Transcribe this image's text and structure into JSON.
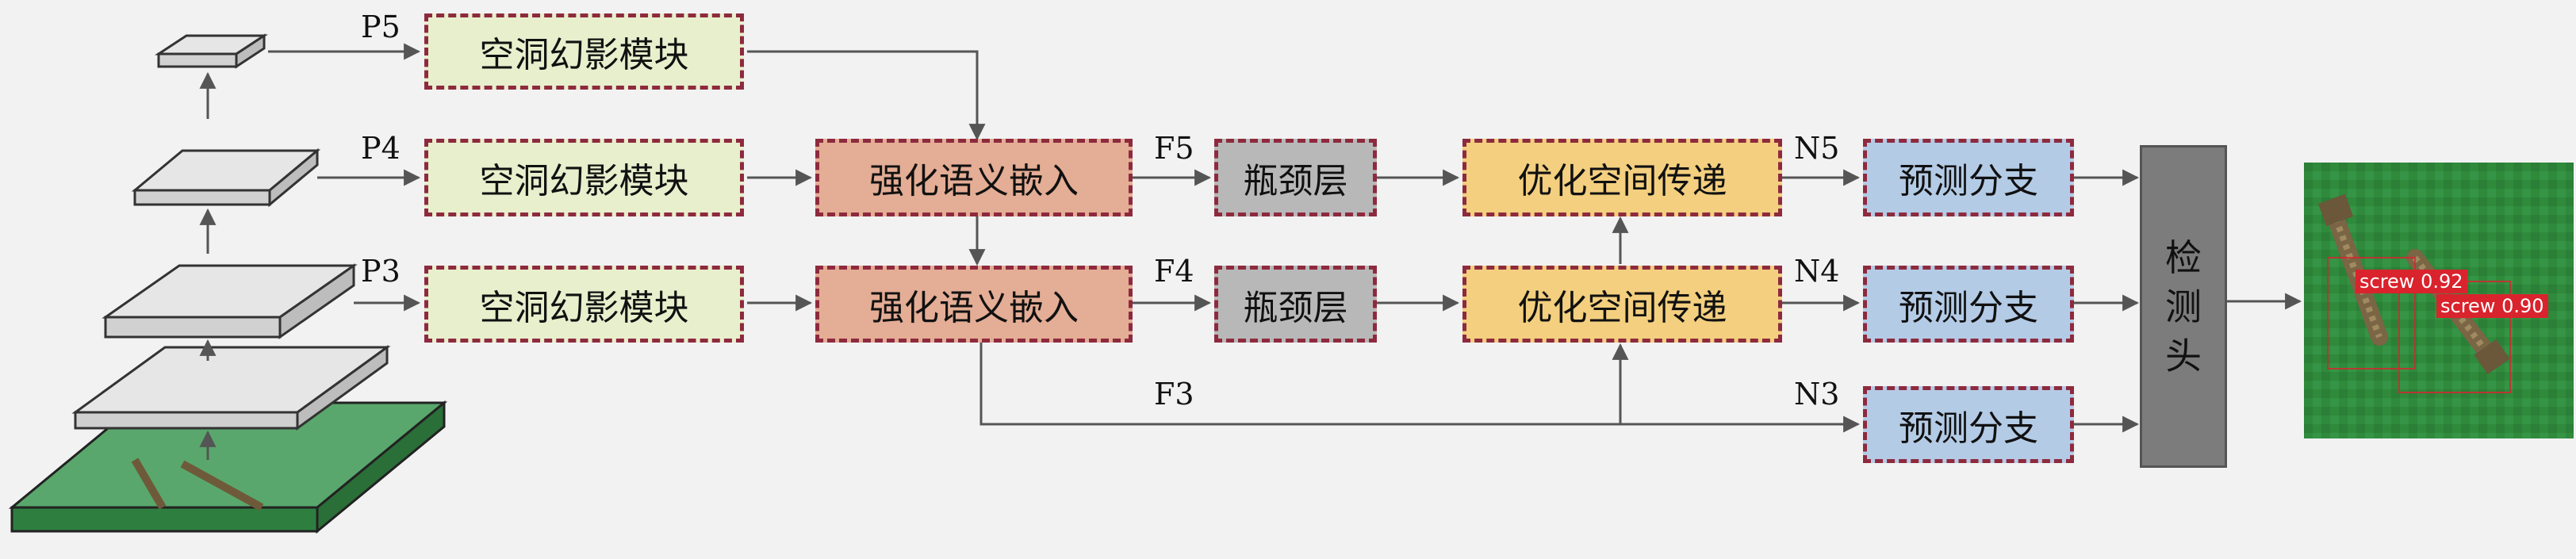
{
  "labels": {
    "p5": "P5",
    "p4": "P4",
    "p3": "P3",
    "f5": "F5",
    "f4": "F4",
    "f3": "F3",
    "n5": "N5",
    "n4": "N4",
    "n3": "N3"
  },
  "modules": {
    "ghost_p5": "空洞幻影模块",
    "ghost_p4": "空洞幻影模块",
    "ghost_p3": "空洞幻影模块",
    "sem_top": "强化语义嵌入",
    "sem_bottom": "强化语义嵌入",
    "neck_top": "瓶颈层",
    "neck_bottom": "瓶颈层",
    "opt_top": "优化空间传递",
    "opt_bottom": "优化空间传递",
    "pred_n5": "预测分支",
    "pred_n4": "预测分支",
    "pred_n3": "预测分支"
  },
  "detection_head": {
    "line1": "检",
    "line2": "测",
    "line3": "头"
  },
  "detections": [
    {
      "label": "screw 0.92"
    },
    {
      "label": "screw 0.90"
    }
  ],
  "colors": {
    "dashed_border": "#8e2a3e",
    "ghost_module": "#e8efcd",
    "semantic_embed": "#e4ad95",
    "bottleneck": "#b8b8b8",
    "spatial_transfer": "#f3cf7f",
    "prediction": "#b4cbe6",
    "detection_head": "#7c7c7c",
    "output_bg": "#2f8a3c",
    "detection_tag": "#d9232d"
  }
}
